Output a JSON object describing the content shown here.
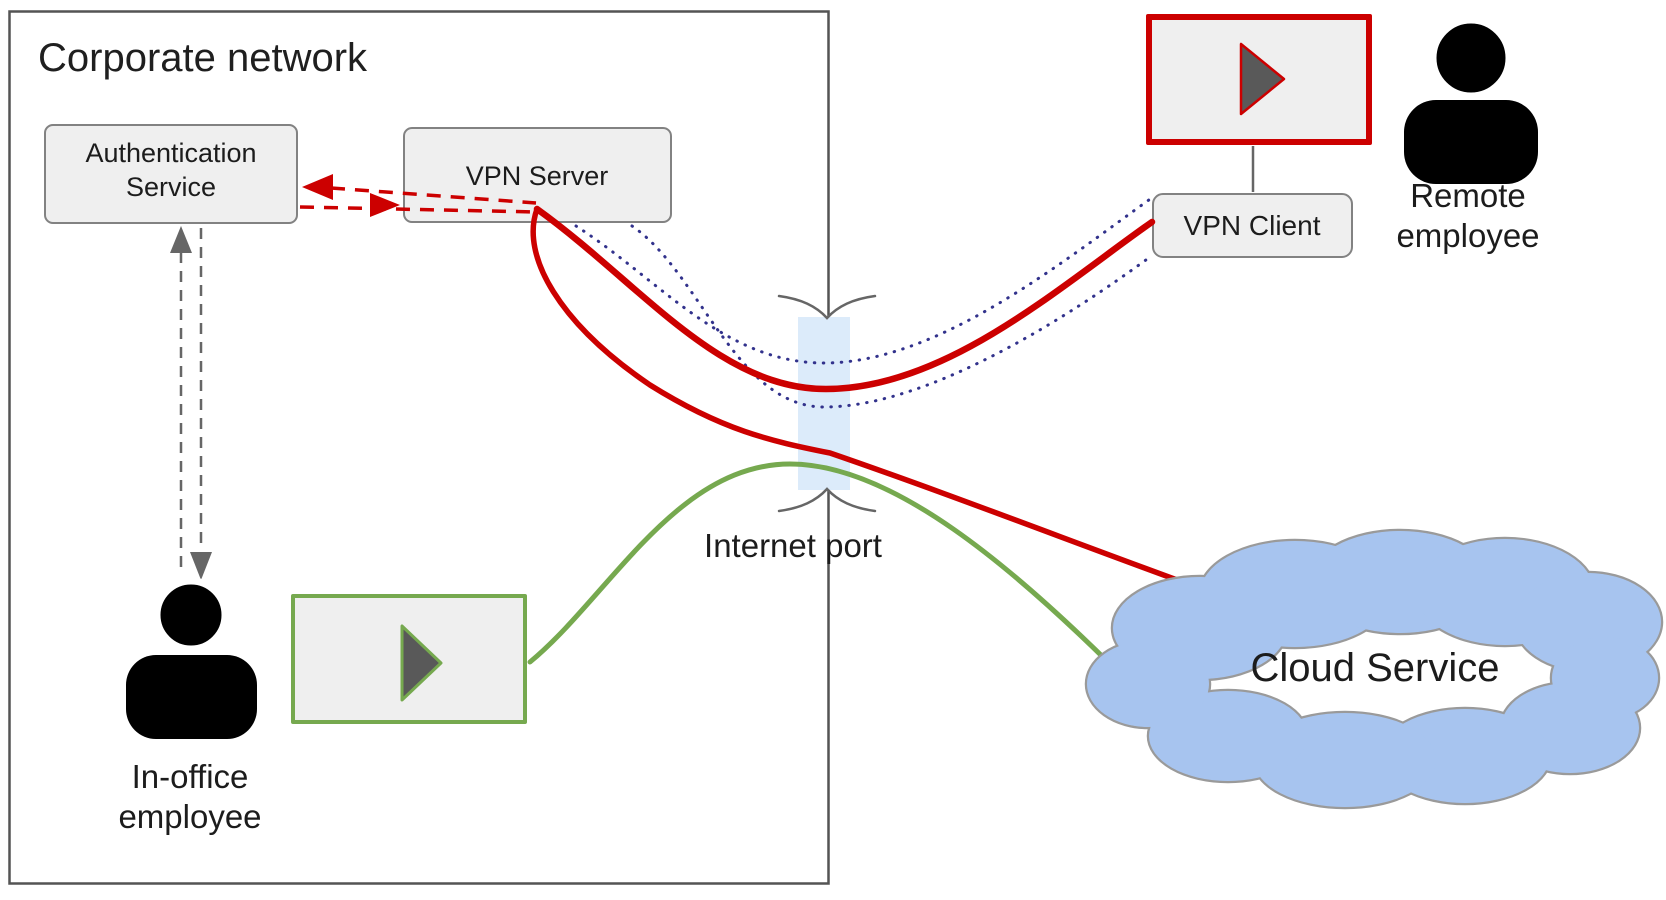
{
  "diagram": {
    "title": "Corporate network",
    "nodes": {
      "auth_service": {
        "label_line1": "Authentication",
        "label_line2": "Service"
      },
      "vpn_server": {
        "label": "VPN Server"
      },
      "vpn_client": {
        "label": "VPN Client"
      },
      "internet_port": {
        "label": "Internet port"
      },
      "cloud_service": {
        "label": "Cloud Service"
      },
      "in_office_employee": {
        "label_line1": "In-office",
        "label_line2": "employee"
      },
      "remote_employee": {
        "label_line1": "Remote",
        "label_line2": "employee"
      }
    },
    "icons": {
      "play": "right-pointing play triangle",
      "person": "user silhouette",
      "cloud": "cloud shape",
      "port_break": "boundary break chevrons"
    }
  },
  "colors": {
    "red_line": "#cc0000",
    "green_line": "#76a94f",
    "tunnel_dot": "#32328c",
    "cloud_fill": "#a7c4ef",
    "cloud_stroke": "#9a9a9a",
    "band_fill": "#dcebfa",
    "box_fill": "#efefef",
    "box_stroke": "#828282",
    "gray_line": "#666666",
    "triangle_fill": "#595959",
    "border_dark": "#545454"
  }
}
